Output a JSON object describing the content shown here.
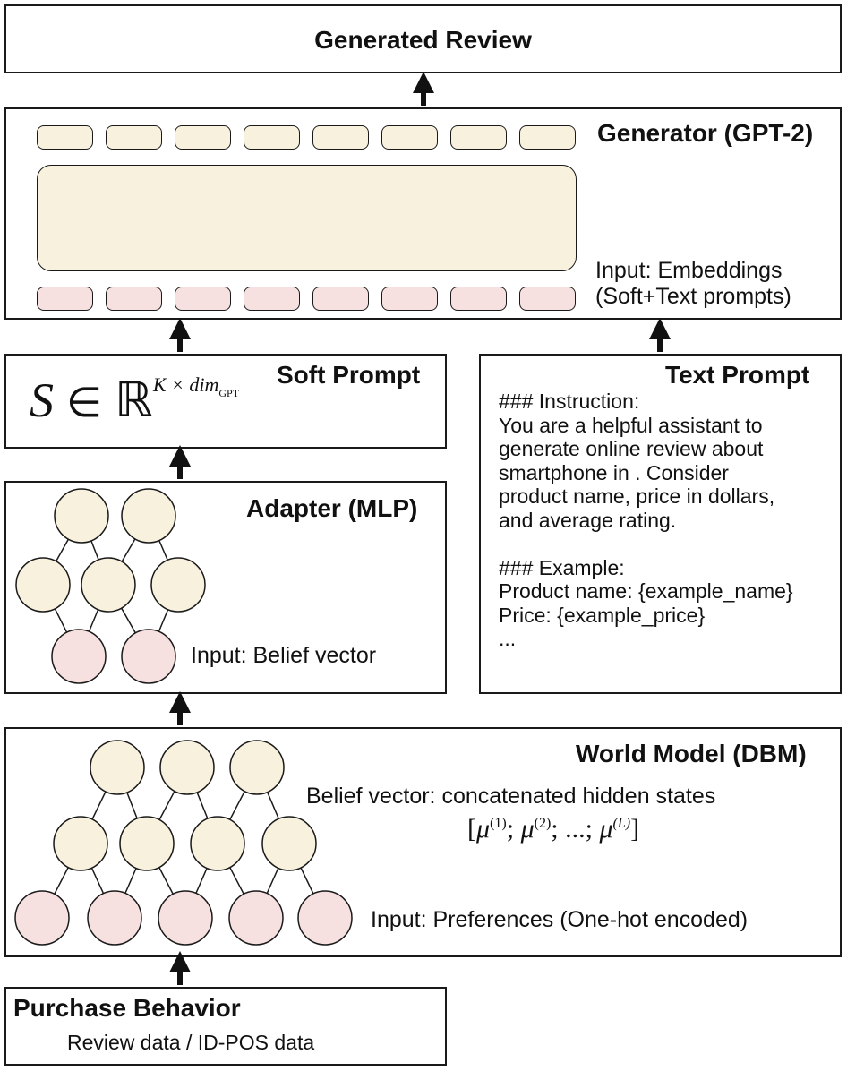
{
  "generated_review": {
    "title": "Generated Review"
  },
  "generator": {
    "title": "Generator (GPT-2)",
    "input_line1": "Input: Embeddings",
    "input_line2": "(Soft+Text prompts)"
  },
  "soft_prompt": {
    "title": "Soft Prompt",
    "formula": {
      "S": "S",
      "in": "∈",
      "R": "ℝ",
      "sup_main": "K × dim",
      "sup_sub": "GPT"
    }
  },
  "text_prompt": {
    "title": "Text Prompt",
    "body": "### Instruction:\nYou are a helpful assistant to\ngenerate online review about\nsmartphone in . Consider\nproduct name, price in dollars,\nand average rating.\n\n### Example:\nProduct name: {example_name}\nPrice: {example_price}\n..."
  },
  "adapter": {
    "title": "Adapter (MLP)",
    "input_label": "Input: Belief vector"
  },
  "world_model": {
    "title": "World Model (DBM)",
    "belief_label": "Belief vector: concatenated hidden states",
    "formula": {
      "open": "[",
      "mu": "μ",
      "s1": "(1)",
      "s2": "(2)",
      "sL": "(L)",
      "sep": "; ",
      "ellipsis": "...; ",
      "close": "]"
    },
    "input_label": "Input: Preferences (One-hot encoded)"
  },
  "purchase_behavior": {
    "title": "Purchase Behavior",
    "subtitle": "Review data  / ID-POS data"
  },
  "colors": {
    "hidden_node": "#f8f1dd",
    "input_node": "#f7e0e0",
    "stroke": "#1a1a1a"
  }
}
